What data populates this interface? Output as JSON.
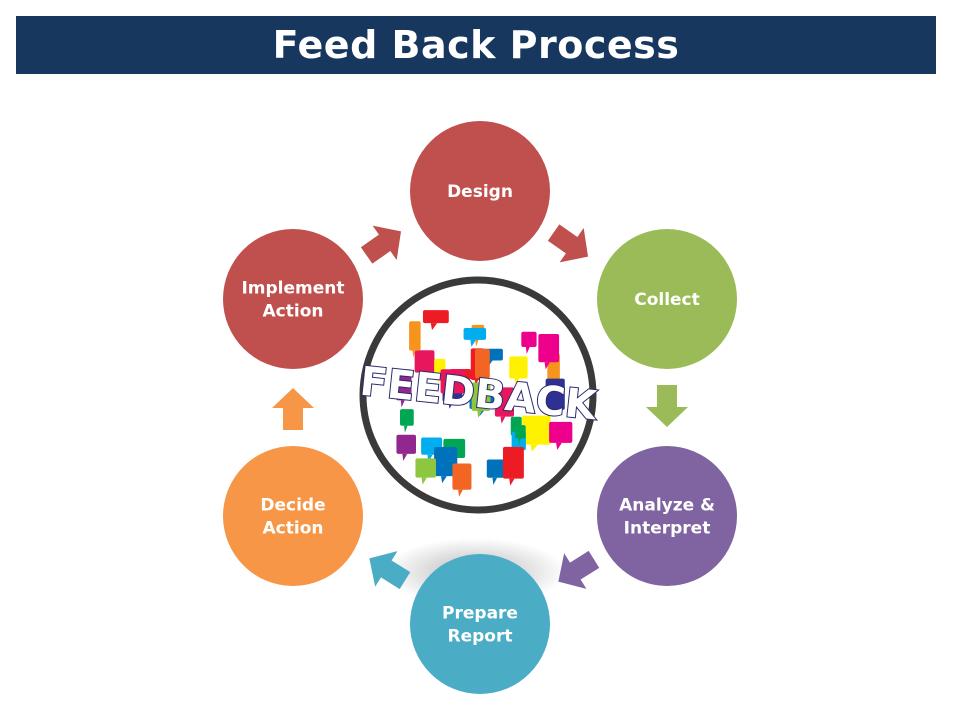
{
  "title": "Feed Back Process",
  "center": {
    "word": "FEEDBACK",
    "ring_color": "#3a3a3a"
  },
  "steps": [
    {
      "id": "design",
      "lines": [
        "Design"
      ],
      "color": "#c0504d"
    },
    {
      "id": "collect",
      "lines": [
        "Collect"
      ],
      "color": "#9bbb59"
    },
    {
      "id": "analyze",
      "lines": [
        "Analyze &",
        "Interpret"
      ],
      "color": "#8064a2"
    },
    {
      "id": "prepare",
      "lines": [
        "Prepare",
        "Report"
      ],
      "color": "#4bacc6"
    },
    {
      "id": "decide",
      "lines": [
        "Decide",
        "Action"
      ],
      "color": "#f79646"
    },
    {
      "id": "implement",
      "lines": [
        "Implement",
        "Action"
      ],
      "color": "#c0504d"
    }
  ],
  "arrows": [
    {
      "from": "design",
      "to": "collect",
      "color": "#c0504d"
    },
    {
      "from": "collect",
      "to": "analyze",
      "color": "#9bbb59"
    },
    {
      "from": "analyze",
      "to": "prepare",
      "color": "#8064a2"
    },
    {
      "from": "prepare",
      "to": "decide",
      "color": "#4bacc6"
    },
    {
      "from": "decide",
      "to": "implement",
      "color": "#f79646"
    },
    {
      "from": "implement",
      "to": "design",
      "color": "#c0504d"
    }
  ],
  "colors": {
    "title_bar": "#17375e"
  }
}
